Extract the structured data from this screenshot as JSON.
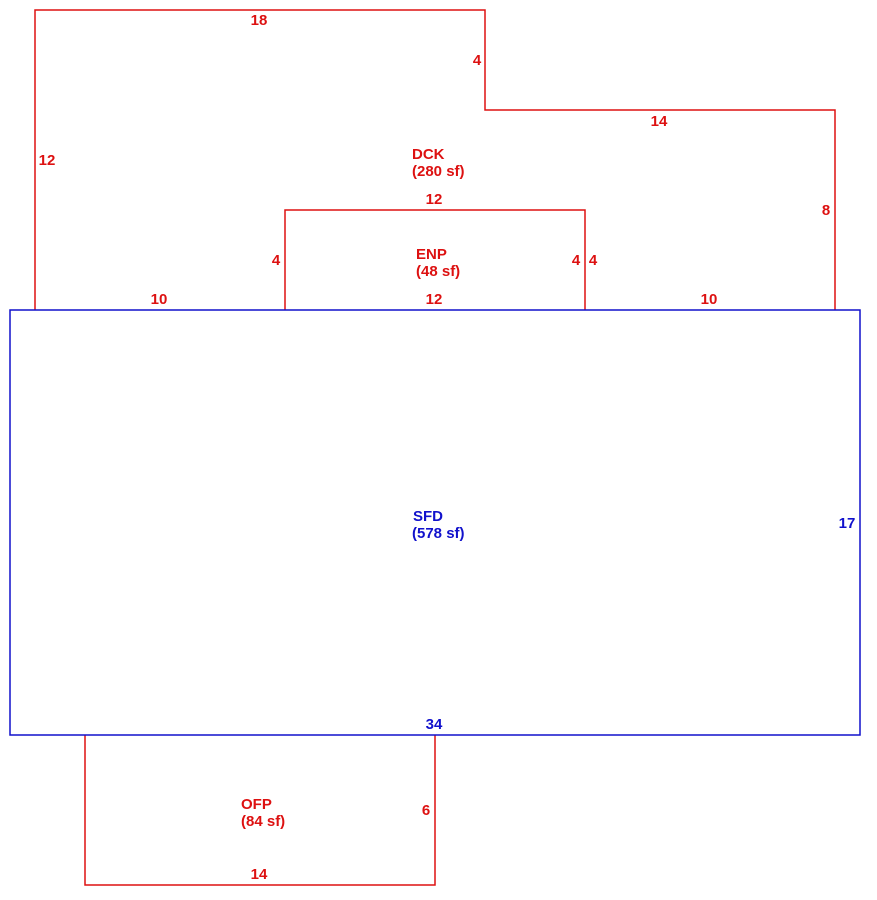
{
  "colors": {
    "red": "#dd1111",
    "blue": "#1111cc"
  },
  "areas": {
    "dck": {
      "code": "DCK",
      "area": "(280 sf)"
    },
    "enp": {
      "code": "ENP",
      "area": "(48 sf)"
    },
    "sfd": {
      "code": "SFD",
      "area": "(578 sf)"
    },
    "ofp": {
      "code": "OFP",
      "area": "(84 sf)"
    }
  },
  "dims": {
    "dck_top": "18",
    "dck_step": "4",
    "dck_right_top": "14",
    "dck_left": "12",
    "dck_right": "8",
    "dck_bottom_left": "10",
    "dck_bottom_right": "10",
    "enp_top": "12",
    "enp_left": "4",
    "enp_right_inner": "4",
    "enp_right_outer": "4",
    "enp_bottom": "12",
    "sfd_right": "17",
    "sfd_bottom": "34",
    "ofp_right": "6",
    "ofp_bottom": "14"
  }
}
